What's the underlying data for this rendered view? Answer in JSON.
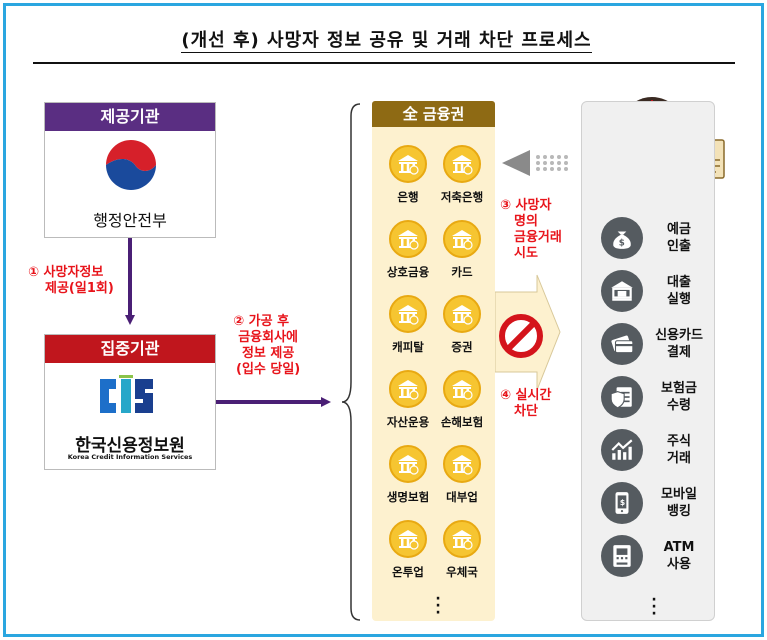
{
  "title": "(개선 후) 사망자 정보 공유 및 거래 차단 프로세스",
  "provider": {
    "header": "제공기관",
    "name": "행정안전부"
  },
  "central": {
    "header": "집중기관",
    "name": "한국신용정보원",
    "name_en": "Korea Credit Information Services"
  },
  "step1": {
    "line1": "① 사망자정보",
    "line2": "제공(일1회)"
  },
  "step2": {
    "line1": "② 가공 후",
    "line2": "금융회사에",
    "line3": "정보 제공",
    "line4": "(입수 당일)"
  },
  "step3": {
    "line1": "③ 사망자",
    "line2": "명의",
    "line3": "금융거래",
    "line4": "시도"
  },
  "step4": {
    "line1": "④ 실시간",
    "line2": "차단"
  },
  "financial": {
    "header": "全 금융권",
    "items": [
      "은행",
      "저축은행",
      "상호금융",
      "카드",
      "캐피탈",
      "증권",
      "자산운용",
      "손해보험",
      "생명보험",
      "대부업",
      "온투업",
      "우체국"
    ]
  },
  "activities": [
    {
      "icon": "money-bag-icon",
      "line1": "예금",
      "line2": "인출"
    },
    {
      "icon": "bank-icon",
      "line1": "대출",
      "line2": "실행"
    },
    {
      "icon": "credit-card-icon",
      "line1": "신용카드",
      "line2": "결제"
    },
    {
      "icon": "insurance-doc-icon",
      "line1": "보험금",
      "line2": "수령"
    },
    {
      "icon": "stock-chart-icon",
      "line1": "주식",
      "line2": "거래"
    },
    {
      "icon": "mobile-phone-icon",
      "line1": "모바일",
      "line2": "뱅킹"
    },
    {
      "icon": "atm-icon",
      "line1": "ATM",
      "line2": "사용"
    }
  ],
  "colors": {
    "provider_header": "#5a2e82",
    "central_header": "#c0161d",
    "finance_header": "#8e6a14",
    "finance_bg": "#fdf1cf",
    "coin": "#f6c531",
    "step_text": "#e8141b",
    "arrow": "#4a1f75",
    "frame": "#2aa6e0"
  }
}
